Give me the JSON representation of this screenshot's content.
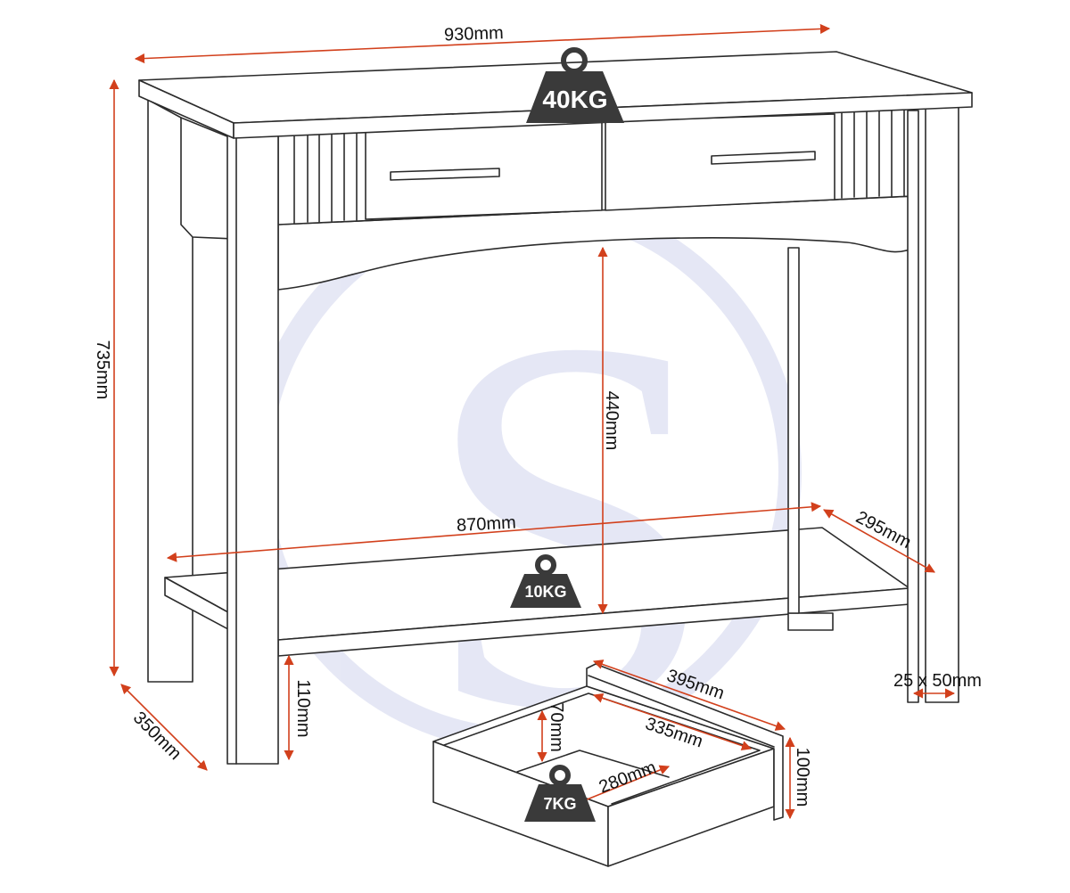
{
  "watermark": {
    "letter": "S",
    "color": "#3d4fb5"
  },
  "colors": {
    "dimension": "#d2401c",
    "outline": "#2b2b2b",
    "weight": "#3a3a3a"
  },
  "weights": {
    "top": "40KG",
    "shelf": "10KG",
    "drawer": "7KG"
  },
  "dimensions": {
    "width": "930mm",
    "height": "735mm",
    "depth": "350mm",
    "shelf_clearance": "440mm",
    "shelf_width": "870mm",
    "shelf_depth": "295mm",
    "leg_section": "25 x 50mm",
    "ground_clearance": "110mm",
    "drawer_outer_width": "395mm",
    "drawer_inner_width": "335mm",
    "drawer_inner_depth": "280mm",
    "drawer_inner_height": "70mm",
    "drawer_front_height": "100mm"
  }
}
